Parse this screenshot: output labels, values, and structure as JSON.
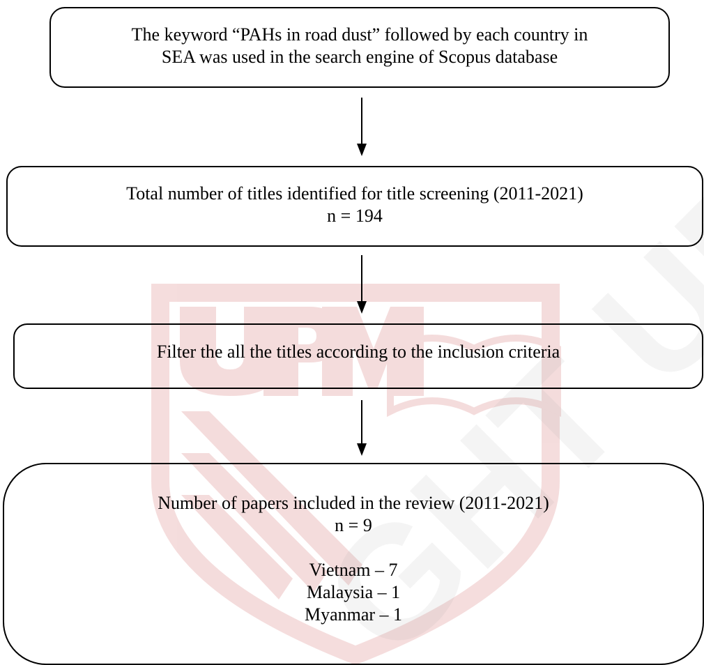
{
  "watermark": {
    "logo_text": "UPM",
    "color": "#c22a2a"
  },
  "flowchart": {
    "step1": {
      "line1": "The keyword “PAHs in road dust” followed by each country in",
      "line2": "SEA was used in the search engine of Scopus database"
    },
    "step2": {
      "line1": "Total number of titles identified for title screening (2011-2021)",
      "line2": "n = 194"
    },
    "step3": {
      "line1": "Filter the all the titles according to the inclusion criteria"
    },
    "step4": {
      "line1": "Number of papers included in the review (2011-2021)",
      "line2": "n = 9",
      "countries": [
        "Vietnam – 7",
        "Malaysia – 1",
        "Myanmar – 1"
      ]
    }
  }
}
